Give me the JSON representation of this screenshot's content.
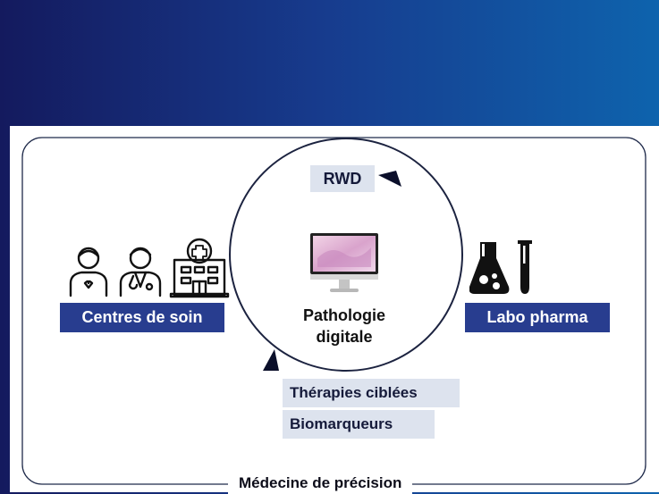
{
  "diagram": {
    "cycle_top_label": "RWD",
    "center_title_line1": "Pathologie",
    "center_title_line2": "digitale",
    "left_label": "Centres de soin",
    "right_label": "Labo pharma",
    "bottom_tags": [
      "Thérapies ciblées",
      "Biomarqueurs"
    ],
    "footer_label": "Médecine de précision"
  },
  "icons": {
    "left": [
      "patient-icon",
      "doctor-icon",
      "hospital-icon"
    ],
    "center": "monitor-icon",
    "right": [
      "flask-icon",
      "test-tube-icon"
    ]
  },
  "colors": {
    "header_gradient_start": "#141a5e",
    "header_gradient_end": "#0e63ad",
    "label_bg": "#283d8f",
    "tag_bg": "#dde3ee"
  }
}
